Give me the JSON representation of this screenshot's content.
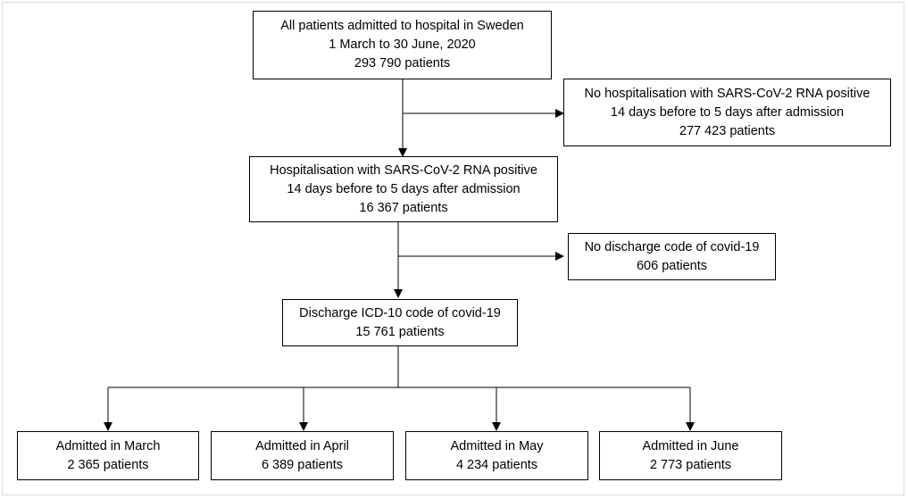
{
  "boxes": {
    "all_patients": {
      "line1": "All patients admitted to hospital in Sweden",
      "line2": "1 March to 30 June, 2020",
      "line3": "293 790 patients"
    },
    "no_hospitalisation": {
      "line1": "No hospitalisation with SARS-CoV-2 RNA positive",
      "line2": "14 days before to 5 days after admission",
      "line3": "277 423 patients"
    },
    "hospitalisation_positive": {
      "line1": "Hospitalisation with SARS-CoV-2 RNA positive",
      "line2": "14 days before to 5 days after admission",
      "line3": "16 367 patients"
    },
    "no_discharge_code": {
      "line1": "No discharge code of covid-19",
      "line2": "606 patients"
    },
    "discharge_code": {
      "line1": "Discharge ICD-10 code of covid-19",
      "line2": "15 761 patients"
    },
    "march": {
      "line1": "Admitted in March",
      "line2": "2 365 patients"
    },
    "april": {
      "line1": "Admitted in April",
      "line2": "6 389 patients"
    },
    "may": {
      "line1": "Admitted in May",
      "line2": "4 234 patients"
    },
    "june": {
      "line1": "Admitted in June",
      "line2": "2 773 patients"
    }
  }
}
